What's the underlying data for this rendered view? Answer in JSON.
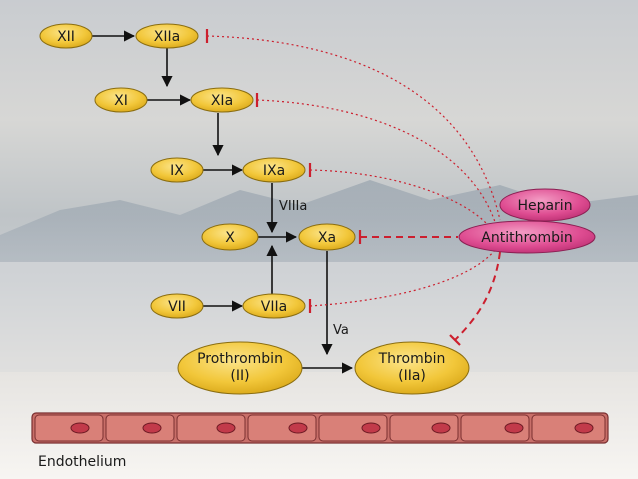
{
  "factors": {
    "xii": "XII",
    "xiia": "XIIa",
    "xi": "XI",
    "xia": "XIa",
    "ix": "IX",
    "ixa": "IXa",
    "x": "X",
    "xa": "Xa",
    "vii": "VII",
    "viia": "VIIa",
    "prothrombin_l1": "Prothrombin",
    "prothrombin_l2": "(II)",
    "thrombin_l1": "Thrombin",
    "thrombin_l2": "(IIa)"
  },
  "cofactors": {
    "viiia": "VIIIa",
    "va": "Va"
  },
  "inhibitors": {
    "heparin": "Heparin",
    "antithrombin": "Antithrombin"
  },
  "footer": {
    "endothelium": "Endothelium"
  },
  "colors": {
    "factor_fill": "#f3c93a",
    "factor_stroke": "#8a6d10",
    "heparin_fill": "#e05a98",
    "antithrombin_fill": "#d9468a",
    "inhibit_line": "#cc1f2e",
    "cell_fill": "#d98078",
    "nucleus_fill": "#c23a4a"
  }
}
